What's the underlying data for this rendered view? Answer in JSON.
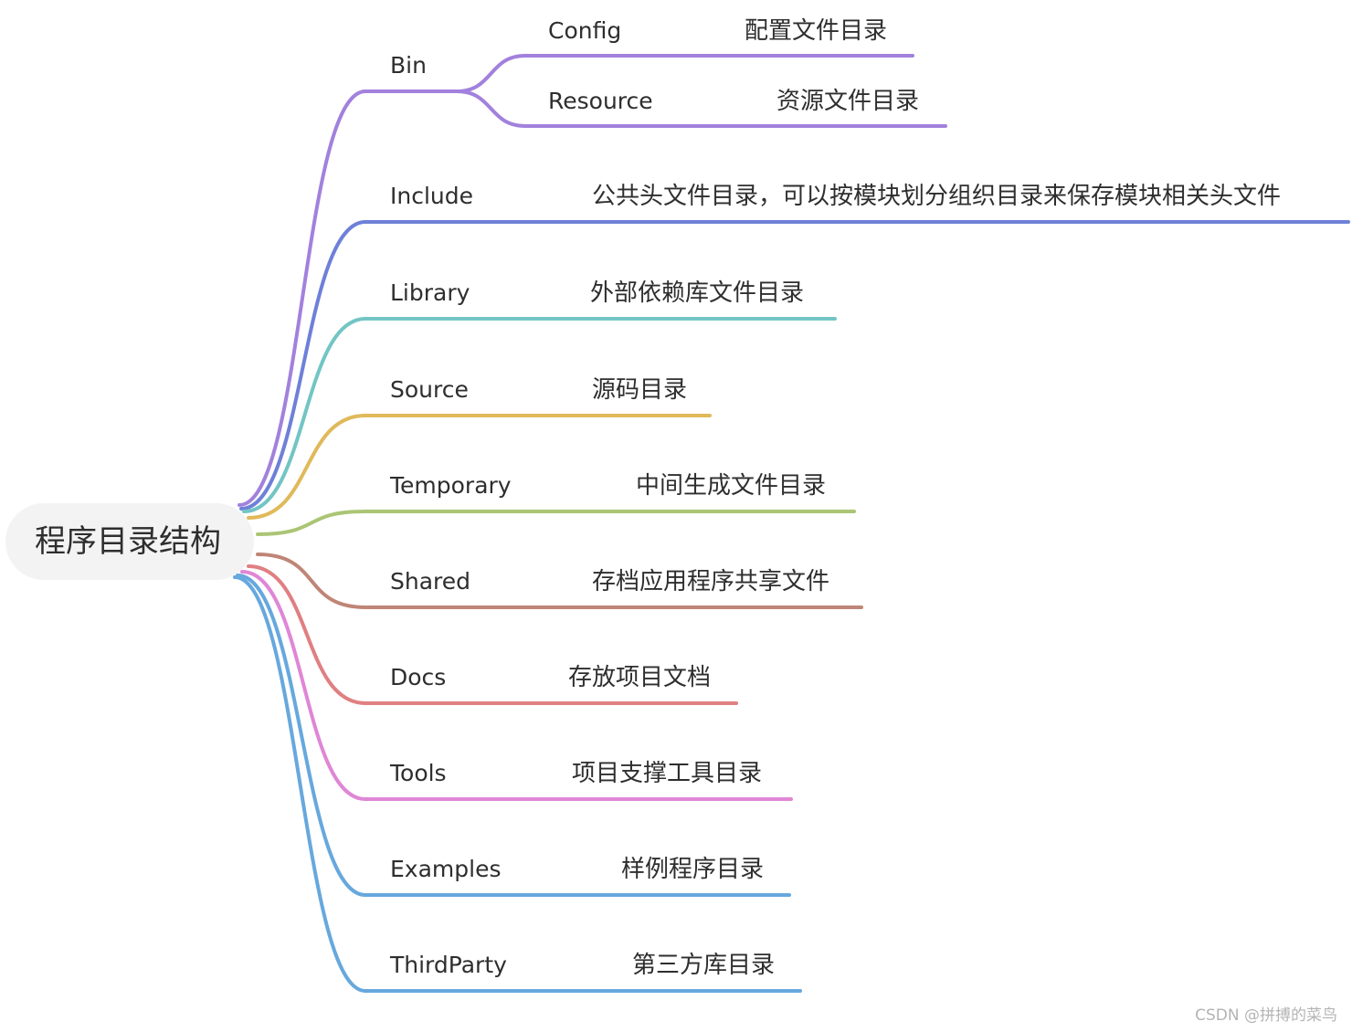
{
  "root": {
    "label": "程序目录结构"
  },
  "branches": [
    {
      "name": "bin",
      "label": "Bin",
      "desc": "",
      "color": "#a281dd",
      "children": [
        {
          "name": "config",
          "label": "Config",
          "desc": "配置文件目录",
          "color": "#a281dd"
        },
        {
          "name": "resource",
          "label": "Resource",
          "desc": "资源文件目录",
          "color": "#a281dd"
        }
      ]
    },
    {
      "name": "include",
      "label": "Include",
      "desc": "公共头文件目录，可以按模块划分组织目录来保存模块相关头文件",
      "color": "#6e80d8",
      "children": []
    },
    {
      "name": "library",
      "label": "Library",
      "desc": "外部依赖库文件目录",
      "color": "#72c5c4",
      "children": []
    },
    {
      "name": "source",
      "label": "Source",
      "desc": "源码目录",
      "color": "#e0b95a",
      "children": []
    },
    {
      "name": "temporary",
      "label": "Temporary",
      "desc": "中间生成文件目录",
      "color": "#abc574",
      "children": []
    },
    {
      "name": "shared",
      "label": "Shared",
      "desc": "存档应用程序共享文件",
      "color": "#bf8577",
      "children": []
    },
    {
      "name": "docs",
      "label": "Docs",
      "desc": "存放项目文档",
      "color": "#e07f82",
      "children": []
    },
    {
      "name": "tools",
      "label": "Tools",
      "desc": "项目支撑工具目录",
      "color": "#e086d6",
      "children": []
    },
    {
      "name": "examples",
      "label": "Examples",
      "desc": "样例程序目录",
      "color": "#67a8dd",
      "children": []
    },
    {
      "name": "thirdparty",
      "label": "ThirdParty",
      "desc": "第三方库目录",
      "color": "#67a8dd",
      "children": []
    }
  ],
  "watermark": "CSDN @拼搏的菜鸟"
}
